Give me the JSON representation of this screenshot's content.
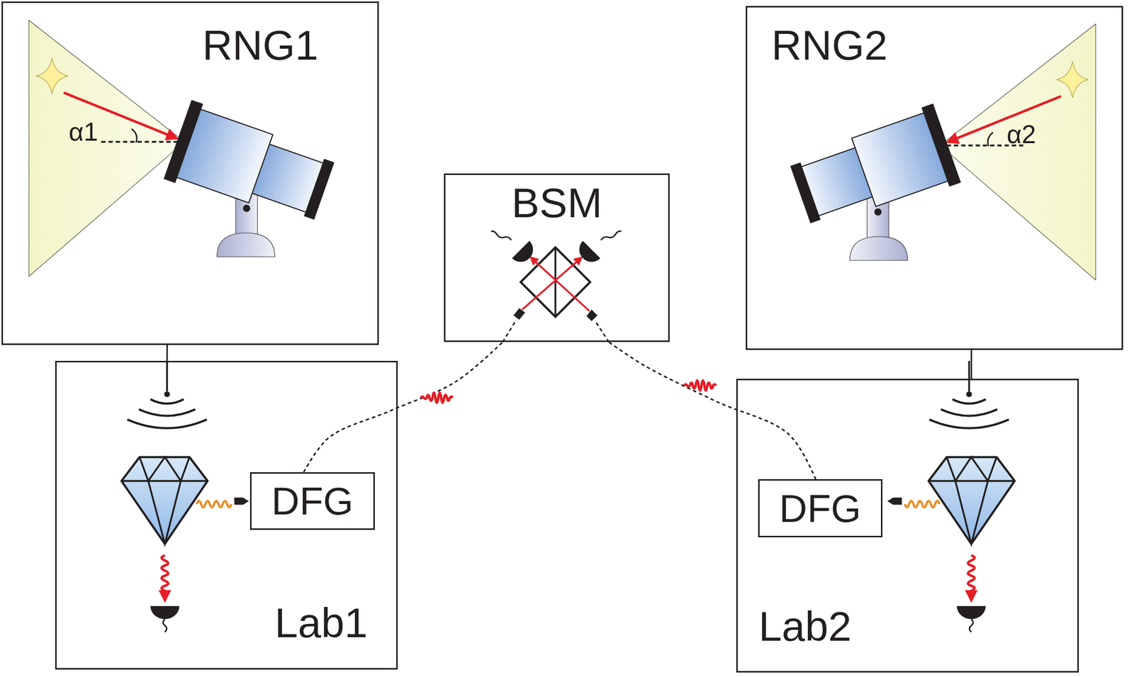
{
  "diagram": {
    "nodes": [
      {
        "text": [
          "RNG1"
        ]
      },
      {
        "text": [
          "BSM"
        ]
      },
      {
        "text": [
          "RNG2"
        ]
      },
      {
        "text": [
          "Lab1"
        ]
      },
      {
        "text": [
          "DFG"
        ],
        "in": 3
      },
      {
        "text": [
          "Lab2"
        ]
      },
      {
        "text": [
          "DFG"
        ],
        "in": 5
      }
    ],
    "edges": [
      {
        "from": 0,
        "to": 3,
        "arrow": "none"
      },
      {
        "from": 2,
        "to": 5,
        "arrow": "none"
      },
      {
        "from": 4,
        "to": 1,
        "arrow": "none"
      },
      {
        "from": 6,
        "to": 1,
        "arrow": "none"
      }
    ],
    "labels": [
      "α1",
      "α2"
    ]
  }
}
